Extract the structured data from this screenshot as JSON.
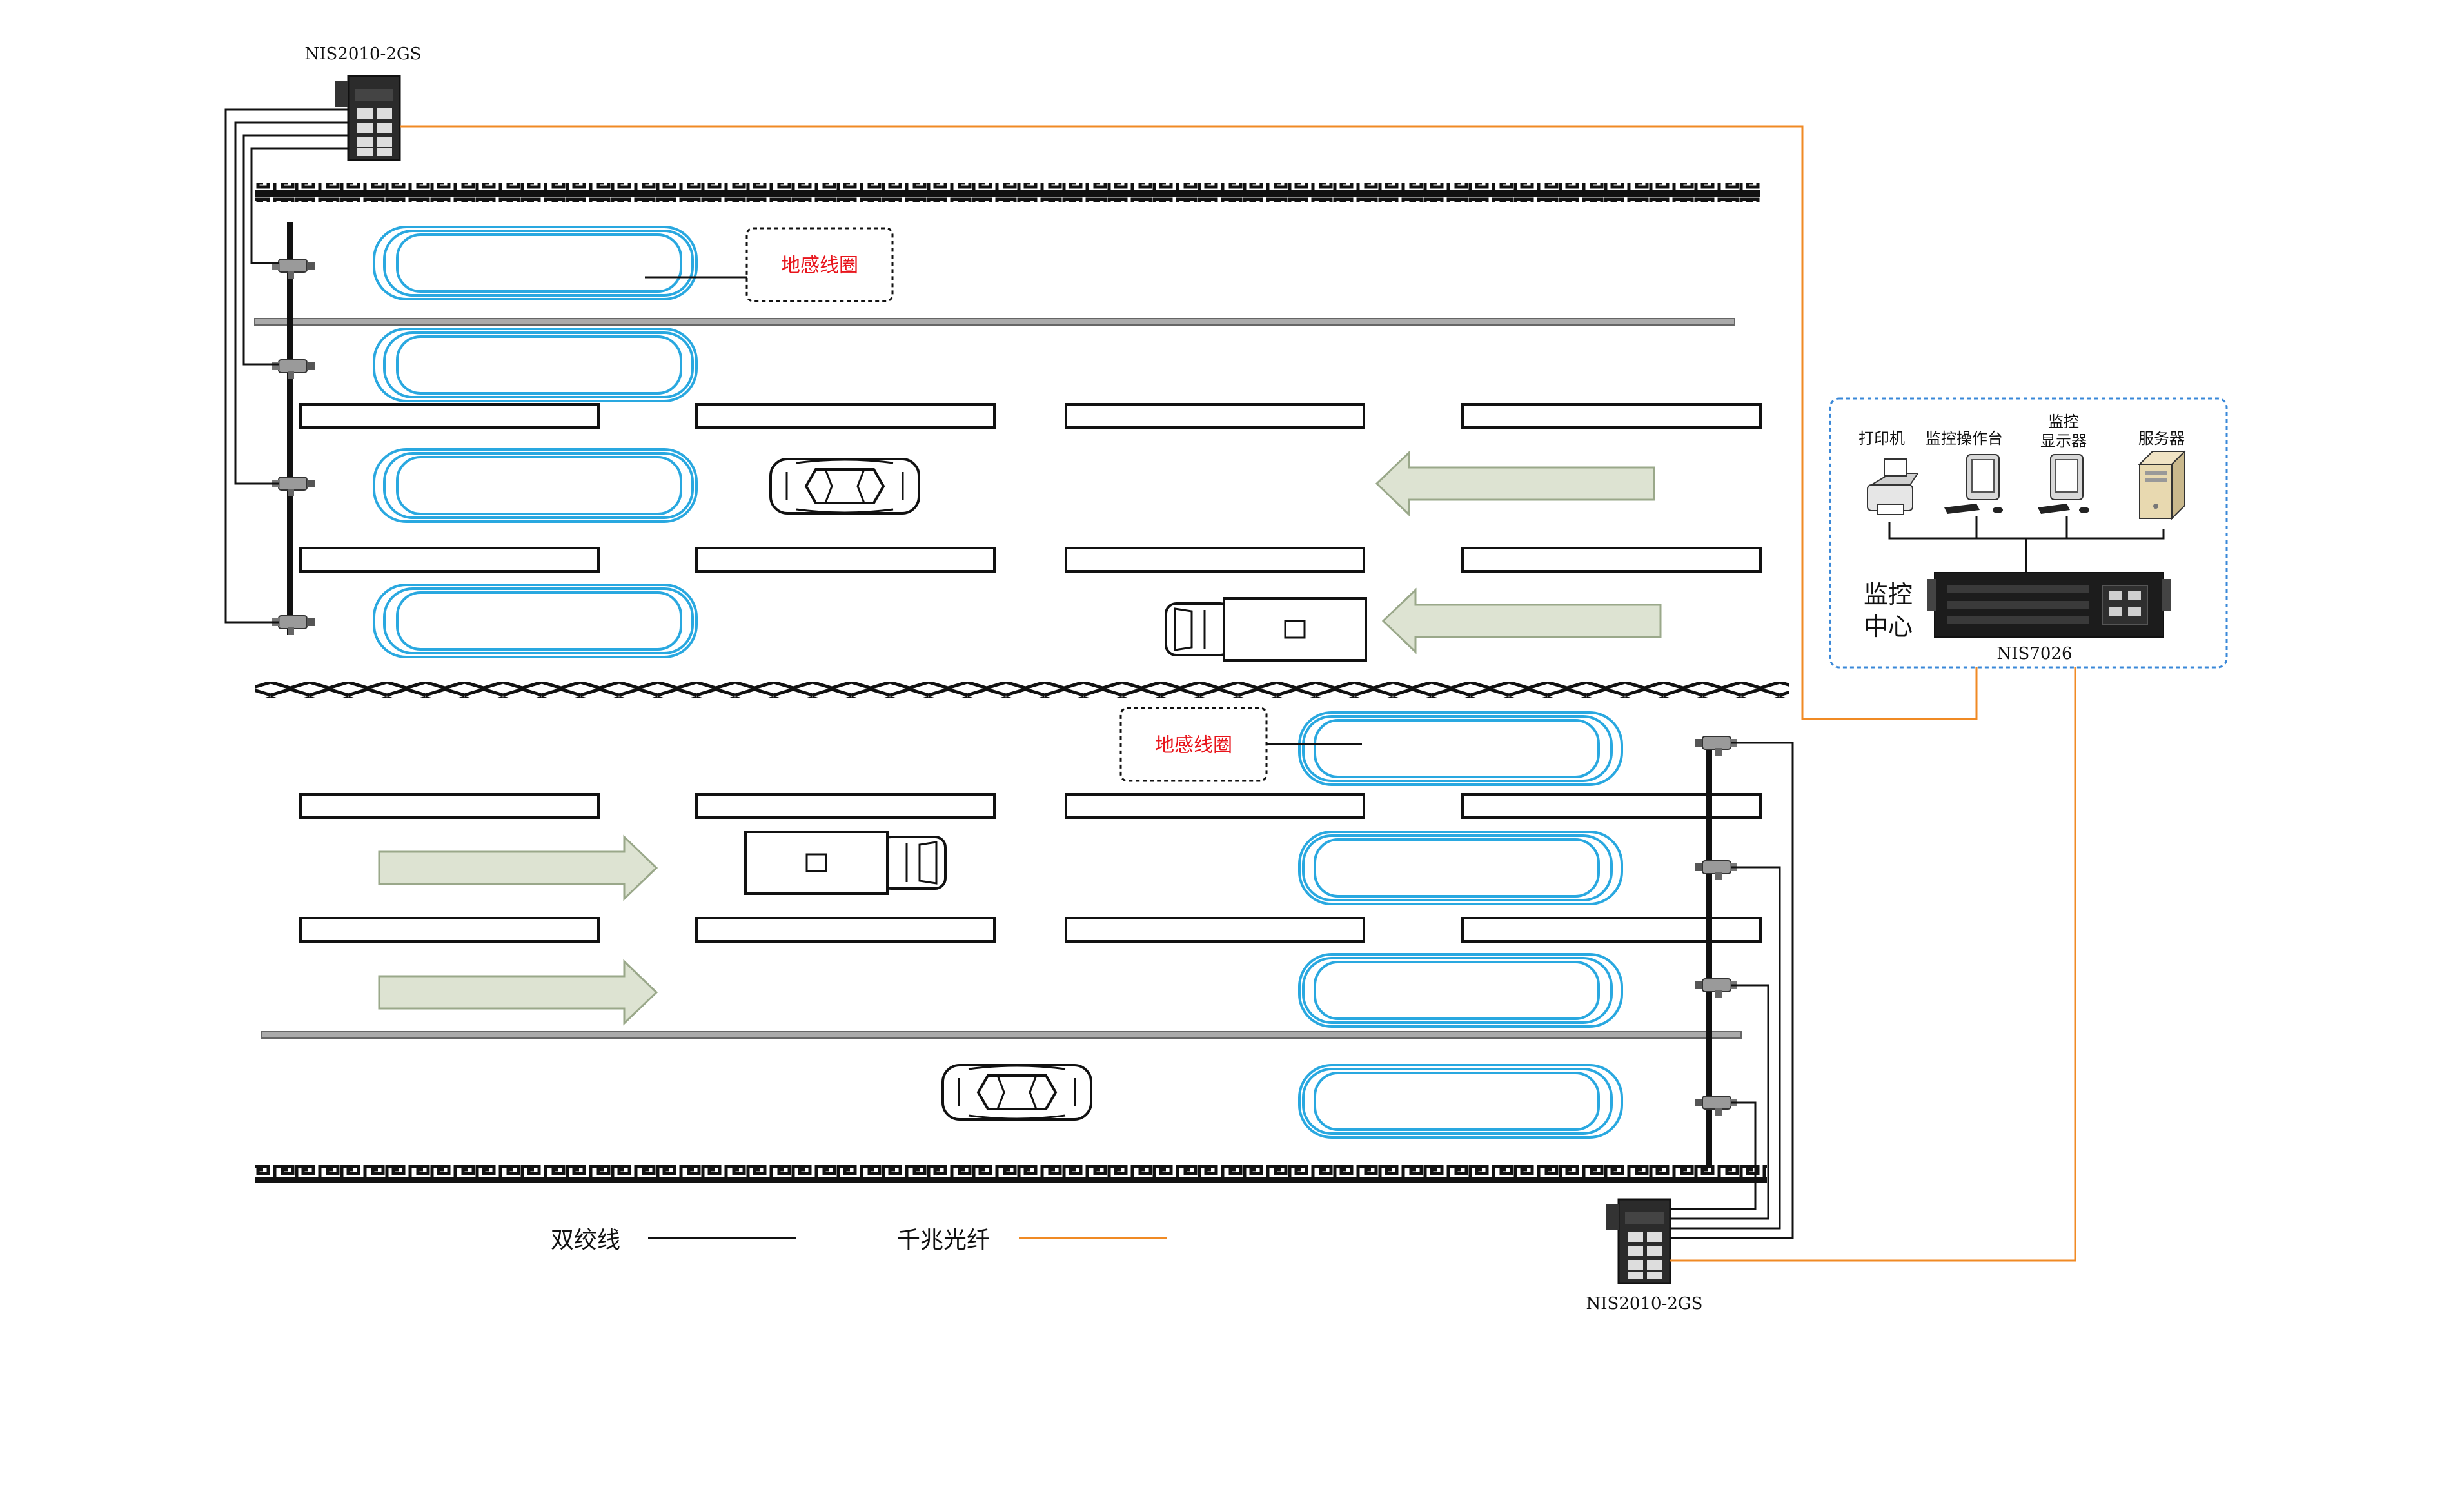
{
  "switch_top": {
    "label": "NIS2010-2GS"
  },
  "switch_bottom": {
    "label": "NIS2010-2GS"
  },
  "loop_label_top": "地感线圈",
  "loop_label_bottom": "地感线圈",
  "control_center": {
    "label_line1": "监控",
    "label_line2": "中心",
    "core_switch_label": "NIS7026",
    "devices": [
      {
        "label": "打印机"
      },
      {
        "label": "监控操作台"
      },
      {
        "label_line1": "监控",
        "label_line2": "显示器"
      },
      {
        "label": "服务器"
      }
    ]
  },
  "legend": {
    "twisted_pair": "双绞线",
    "gigabit_fiber": "千兆光纤"
  },
  "colors": {
    "fiber": "#f08a24",
    "loop": "#29a8e0",
    "loop_label": "#e8141b",
    "arrow_fill": "#dde3d2",
    "control_border": "#3a88d8"
  }
}
